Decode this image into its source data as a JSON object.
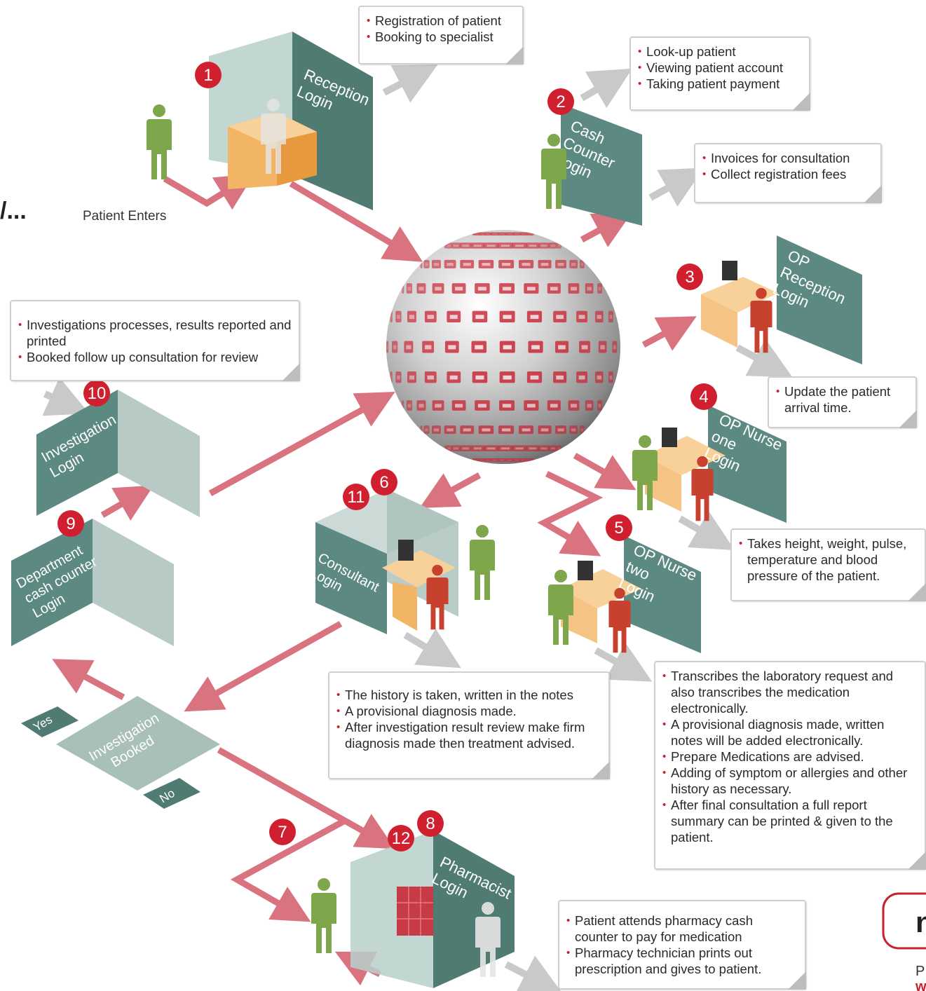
{
  "left_fragment": "/...",
  "patient_enters": "Patient Enters",
  "colors": {
    "accent_red": "#d0202f",
    "panel_teal": "#5c8a82",
    "arrow_pink": "#d9737f",
    "arrow_grey": "#c8c8c8",
    "figure_green": "#7ea64a"
  },
  "steps": [
    {
      "number": "1",
      "label_lines": [
        "Reception",
        "Login"
      ]
    },
    {
      "number": "2",
      "label_lines": [
        "Cash",
        "Counter",
        "Login"
      ]
    },
    {
      "number": "3",
      "label_lines": [
        "OP",
        "Reception",
        "Login"
      ]
    },
    {
      "number": "4",
      "label_lines": [
        "OP Nurse",
        "one",
        "Login"
      ]
    },
    {
      "number": "5",
      "label_lines": [
        "OP Nurse",
        "two",
        "Login"
      ]
    },
    {
      "number": "6",
      "label_lines": [
        "Consultant",
        "Login"
      ]
    },
    {
      "number": "7",
      "label_lines": []
    },
    {
      "number": "8",
      "label_lines": [
        "Pharmacist",
        "Login"
      ]
    },
    {
      "number": "9",
      "label_lines": [
        "Department",
        "cash counter",
        "Login"
      ]
    },
    {
      "number": "10",
      "label_lines": [
        "Investigation",
        "Login"
      ]
    },
    {
      "number": "11",
      "label_lines": []
    },
    {
      "number": "12",
      "label_lines": []
    }
  ],
  "decision": {
    "label_lines": [
      "Investigation",
      "Booked"
    ],
    "yes": "Yes",
    "no": "No"
  },
  "callouts": {
    "reception": [
      "Registration of patient",
      "Booking to specialist"
    ],
    "cash_counter_a": [
      "Look-up patient",
      "Viewing patient account",
      "Taking patient payment"
    ],
    "cash_counter_b": [
      "Invoices for consultation",
      "Collect registration fees"
    ],
    "op_reception": [
      "Update the patient arrival time."
    ],
    "nurse_one": [
      "Takes height, weight, pulse, temperature and blood pressure of the patient."
    ],
    "nurse_two": [
      "Transcribes the laboratory request and also transcribes the medication electronically.",
      "A provisional diagnosis made, written notes will be added  electronically.",
      "Prepare Medications are advised.",
      "Adding of symptom or allergies and other history as necessary.",
      "After final consultation a full report summary can be printed & given to the patient."
    ],
    "consultant": [
      "The history is taken, written in the notes",
      "A provisional diagnosis made.",
      "After investigation result review make firm diagnosis made then treatment advised."
    ],
    "investigation": [
      "Investigations processes, results reported and printed",
      "Booked follow up consultation for review"
    ],
    "pharmacy": [
      "Patient attends pharmacy cash counter to pay for medication",
      "Pharmacy technician prints out prescription and gives to patient."
    ]
  },
  "logo_fragment": {
    "glyph": "n",
    "line1": "P",
    "line2": "w"
  }
}
